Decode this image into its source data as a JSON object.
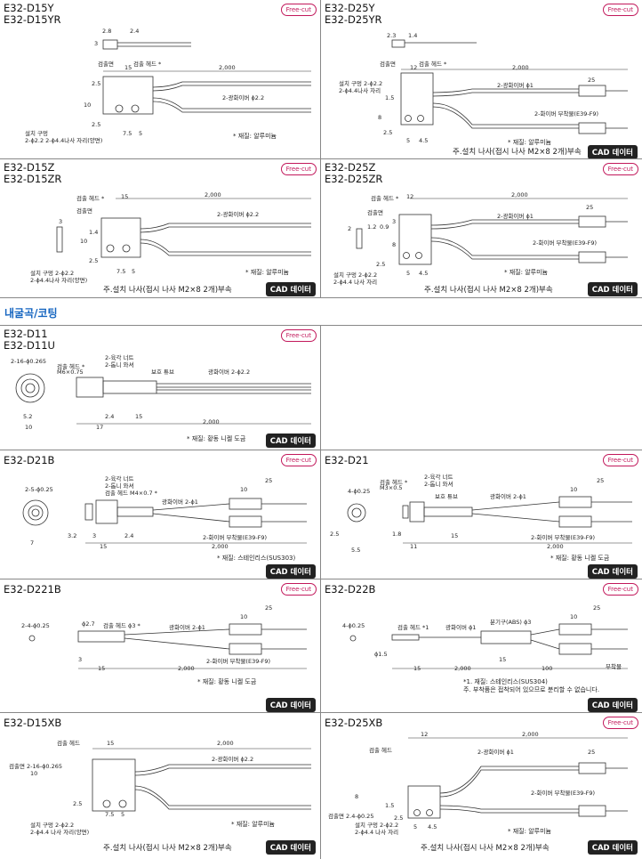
{
  "common": {
    "free_cut": "Free-cut",
    "cad": "CAD 데이터",
    "mount_note": "주.설치 나사(접시 나사 M2×8 2개)부속"
  },
  "section_title": "내굴곡/코팅",
  "cells": {
    "d15y": {
      "models": [
        "E32-D15Y",
        "E32-D15YR"
      ],
      "labels": [
        "2.8",
        "2.4",
        "3",
        "검출면",
        "검출 헤드 *",
        "15",
        "2,000",
        "2.5",
        "10",
        "2-광화이버 ϕ2.2",
        "2.5",
        "7.5",
        "5",
        "설치 구멍",
        "2-ϕ2.2  2-ϕ4.4나사 자리(양면)"
      ],
      "material": "* 재질: 알루미늄"
    },
    "d25y": {
      "models": [
        "E32-D25Y",
        "E32-D25YR"
      ],
      "labels": [
        "2.3",
        "1.4",
        "검출면",
        "검출 헤드 *",
        "12",
        "2,000",
        "설치 구멍 2-ϕ2.2",
        "2-ϕ4.4나사 자리",
        "1.5",
        "8",
        "2-광화이버 ϕ1",
        "25",
        "2-화이버 부착물(E39-F9)",
        "2.5",
        "5",
        "4.5"
      ],
      "material": "* 재질: 알루미늄"
    },
    "d15z": {
      "models": [
        "E32-D15Z",
        "E32-D15ZR"
      ],
      "labels": [
        "검출 헤드 *",
        "15",
        "2,000",
        "검출면",
        "2-광화이버 ϕ2.2",
        "3",
        "10",
        "1.4",
        "2.5",
        "설치 구멍 2-ϕ2.2",
        "2-ϕ4.4나사 자리(양면)",
        "7.5",
        "5"
      ],
      "material": "* 재질: 알루미늄"
    },
    "d25z": {
      "models": [
        "E32-D25Z",
        "E32-D25ZR"
      ],
      "labels": [
        "검출 헤드 *",
        "12",
        "2,000",
        "검출면",
        "2-광화이버 ϕ1",
        "25",
        "2",
        "1.2",
        "0.9",
        "3",
        "8",
        "2-화이버 부착물(E39-F9)",
        "2.5",
        "설치 구멍 2-ϕ2.2",
        "2-ϕ4.4 나사 자리",
        "5",
        "4.5"
      ],
      "material": "* 재질: 알루미늄"
    },
    "d11": {
      "models": [
        "E32-D11",
        "E32-D11U"
      ],
      "labels": [
        "2-16-ϕ0.265",
        "검출 헤드 *",
        "M6×0.75",
        "2-육각 너트",
        "2-톱니 와셔",
        "보호 튜브",
        "광화이버 2-ϕ2.2",
        "5.2",
        "10",
        "2.4",
        "15",
        "17",
        "2,000"
      ],
      "material": "* 재질: 황동 니켈 도금"
    },
    "d21b": {
      "models": [
        "E32-D21B"
      ],
      "labels": [
        "2-5-ϕ0.25",
        "2-육각 너트",
        "2-톱니 와셔",
        "검출 헤드 M4×0.7 *",
        "광화이버 2-ϕ1",
        "10",
        "25",
        "3.2",
        "3",
        "2.4",
        "7",
        "15",
        "2-화이버 부착물(E39-F9)",
        "2,000"
      ],
      "material": "* 재질: 스테인리스(SUS303)"
    },
    "d21": {
      "models": [
        "E32-D21"
      ],
      "labels": [
        "4-ϕ0.25",
        "검출 헤드 *",
        "M3×0.5",
        "2-육각 너트",
        "2-톱니 와셔",
        "보호 튜브",
        "광화이버 2-ϕ1",
        "10",
        "25",
        "2.5",
        "1.8",
        "15",
        "11",
        "5.5",
        "2-화이버 부착물(E39-F9)",
        "2,000"
      ],
      "material": "* 재질: 황동 니켈 도금"
    },
    "d221b": {
      "models": [
        "E32-D221B"
      ],
      "labels": [
        "2-4-ϕ0.25",
        "ϕ2.7",
        "검출 헤드 ϕ3 *",
        "광화이버 2-ϕ1",
        "10",
        "25",
        "3",
        "15",
        "2,000",
        "2-화이버 부착물(E39-F9)"
      ],
      "material": "* 재질: 황동 니켈 도금"
    },
    "d22b": {
      "models": [
        "E32-D22B"
      ],
      "labels": [
        "4-ϕ0.25",
        "검출 헤드 *1",
        "광화이버 ϕ1",
        "분기구(ABS) ϕ3",
        "10",
        "25",
        "ϕ1.5",
        "15",
        "2,000",
        "15",
        "100",
        "부착물"
      ],
      "material": "*1. 재질: 스테인리스(SUS304)",
      "note2": "주. 부착품은 접착되어 있으므로 분리할 수 없습니다."
    },
    "d15xb": {
      "models": [
        "E32-D15XB"
      ],
      "labels": [
        "검출 헤드",
        "15",
        "2,000",
        "2-광화이버 ϕ2.2",
        "검출면 2-16-ϕ0.265",
        "10",
        "2.5",
        "7.5",
        "5",
        "설치 구멍 2-ϕ2.2",
        "2-ϕ4.4 나사 자리(양면)"
      ],
      "material": "* 재질: 알루미늄"
    },
    "d25xb": {
      "models": [
        "E32-D25XB"
      ],
      "labels": [
        "12",
        "2,000",
        "검출 헤드",
        "2-광화이버 ϕ1",
        "25",
        "2-화이버 부착물(E39-F9)",
        "8",
        "검출면 2.4-ϕ0.25",
        "1.5",
        "설치 구멍 2-ϕ2.2",
        "2-ϕ4.4 나사 자리",
        "2.5",
        "5",
        "4.5"
      ],
      "material": "* 재질: 알루미늄"
    }
  }
}
